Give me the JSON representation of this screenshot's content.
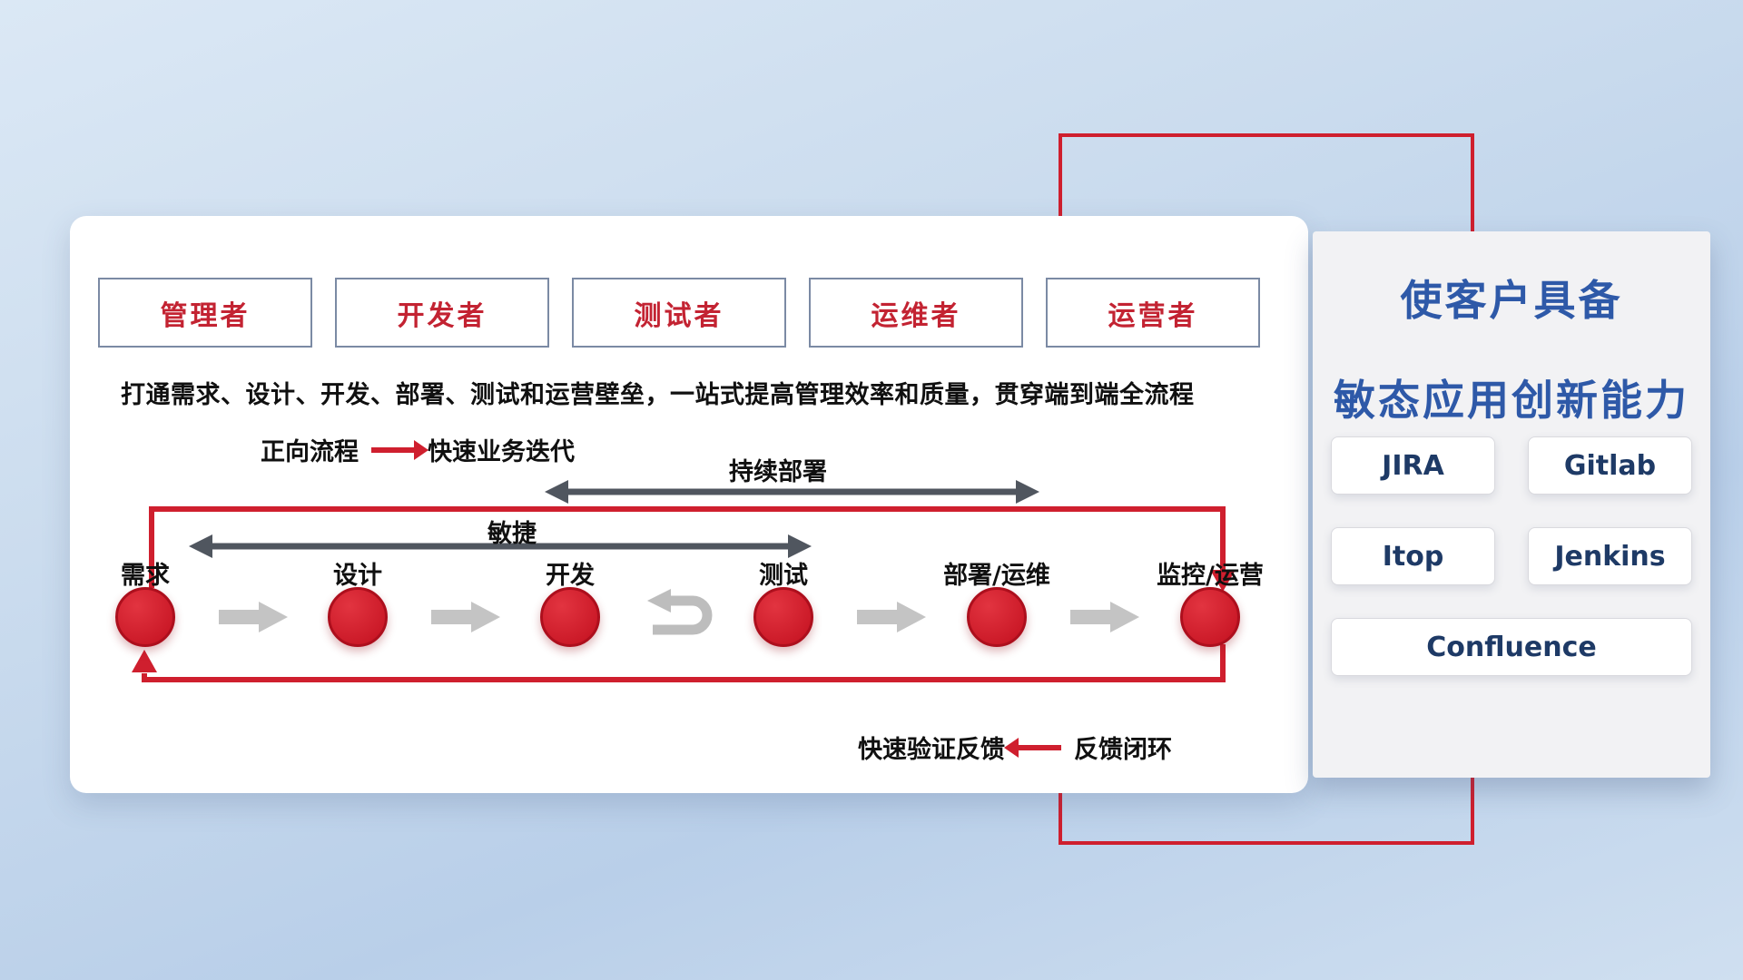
{
  "roles": [
    "管理者",
    "开发者",
    "测试者",
    "运维者",
    "运营者"
  ],
  "description": "打通需求、设计、开发、部署、测试和运营壁垒，一站式提高管理效率和质量，贯穿端到端全流程",
  "legend": {
    "forward_label": "正向流程",
    "forward_value": "快速业务迭代",
    "feedback_value": "快速验证反馈",
    "feedback_label": "反馈闭环"
  },
  "flow": {
    "nodes": [
      "需求",
      "设计",
      "开发",
      "测试",
      "部署/运维",
      "监控/运营"
    ],
    "agile_label": "敏捷",
    "deploy_label": "持续部署"
  },
  "right_panel": {
    "title_line1": "使客户具备",
    "title_line2": "敏态应用创新能力",
    "tools": [
      "JIRA",
      "Gitlab",
      "Itop",
      "Jenkins",
      "Confluence"
    ]
  },
  "colors": {
    "accent_red": "#cf1f2e",
    "title_blue": "#2e59a8",
    "tool_navy": "#1e3a66",
    "gray_arrow": "#c4c4c4",
    "dark_arrow": "#50565f"
  }
}
